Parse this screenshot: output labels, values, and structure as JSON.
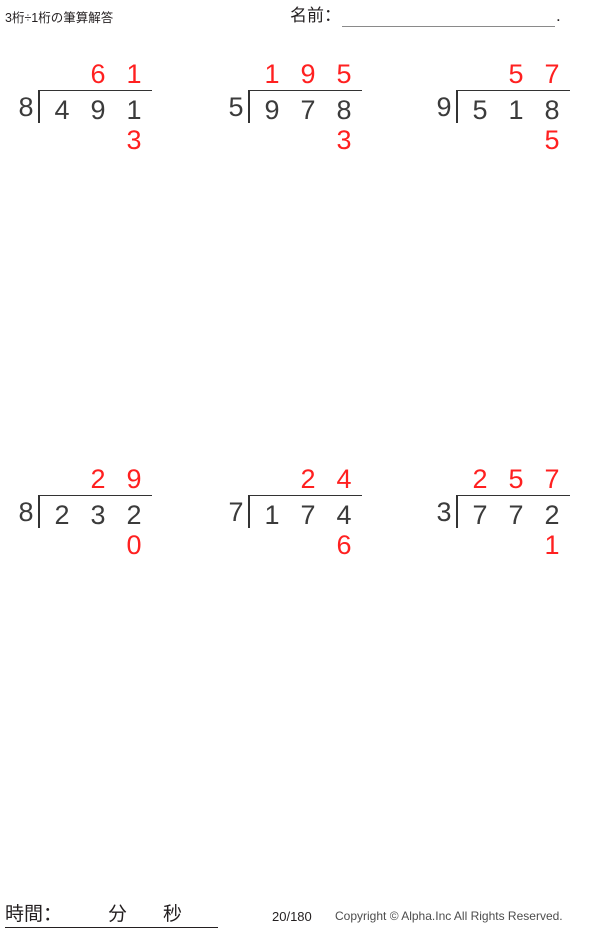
{
  "header": {
    "title": "3桁÷1桁の筆算解答",
    "name_label": "名前：",
    "name_value": "",
    "name_trailing_dot": "."
  },
  "problems": [
    {
      "id": "problem-1",
      "divisor": "8",
      "dividend_digits": [
        "4",
        "9",
        "1"
      ],
      "quotient_digits": [
        "",
        "6",
        "1"
      ],
      "remainder_digits": [
        "",
        "",
        "3"
      ],
      "dividend": "491",
      "quotient": "61",
      "remainder": "3"
    },
    {
      "id": "problem-2",
      "divisor": "5",
      "dividend_digits": [
        "9",
        "7",
        "8"
      ],
      "quotient_digits": [
        "1",
        "9",
        "5"
      ],
      "remainder_digits": [
        "",
        "",
        "3"
      ],
      "dividend": "978",
      "quotient": "195",
      "remainder": "3"
    },
    {
      "id": "problem-3",
      "divisor": "9",
      "dividend_digits": [
        "5",
        "1",
        "8"
      ],
      "quotient_digits": [
        "",
        "5",
        "7"
      ],
      "remainder_digits": [
        "",
        "",
        "5"
      ],
      "dividend": "518",
      "quotient": "57",
      "remainder": "5"
    },
    {
      "id": "problem-4",
      "divisor": "8",
      "dividend_digits": [
        "2",
        "3",
        "2"
      ],
      "quotient_digits": [
        "",
        "2",
        "9"
      ],
      "remainder_digits": [
        "",
        "",
        "0"
      ],
      "dividend": "232",
      "quotient": "29",
      "remainder": "0"
    },
    {
      "id": "problem-5",
      "divisor": "7",
      "dividend_digits": [
        "1",
        "7",
        "4"
      ],
      "quotient_digits": [
        "",
        "2",
        "4"
      ],
      "remainder_digits": [
        "",
        "",
        "6"
      ],
      "dividend": "174",
      "quotient": "24",
      "remainder": "6"
    },
    {
      "id": "problem-6",
      "divisor": "3",
      "dividend_digits": [
        "7",
        "7",
        "2"
      ],
      "quotient_digits": [
        "2",
        "5",
        "7"
      ],
      "remainder_digits": [
        "",
        "",
        "1"
      ],
      "dividend": "772",
      "quotient": "257",
      "remainder": "1"
    }
  ],
  "footer": {
    "time_label": "時間：",
    "minutes_unit": "分",
    "seconds_unit": "秒",
    "page_number": "20/180",
    "copyright": "Copyright © Alpha.Inc All Rights Reserved."
  },
  "colors": {
    "answer_red": "#ff2020",
    "digit_dark": "#3b3b3b",
    "text_black": "#231f20",
    "rule_gray": "#8a8a8a"
  }
}
